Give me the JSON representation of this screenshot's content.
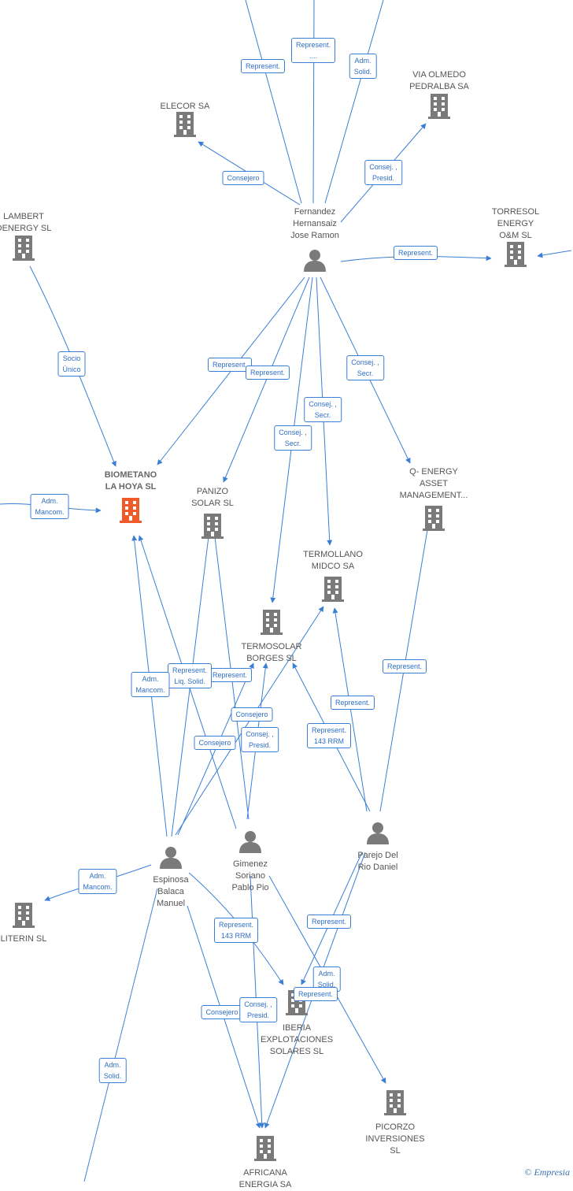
{
  "colors": {
    "edge": "#3a7fd5",
    "company": "#7a7a7a",
    "main_company": "#f05a28",
    "person": "#7a7a7a",
    "label_text": "#555555"
  },
  "nodes": [
    {
      "id": "elecor",
      "type": "company",
      "label": "ELECOR SA"
    },
    {
      "id": "via_olmedo",
      "type": "company",
      "label": "VIA OLMEDO\nPEDRALBA SA"
    },
    {
      "id": "lambert",
      "type": "company",
      "label": "LAMBERT\nDENERGY  SL"
    },
    {
      "id": "torresol",
      "type": "company",
      "label": "TORRESOL\nENERGY\nO&M SL"
    },
    {
      "id": "fernandez",
      "type": "person",
      "label": "Fernandez\nHernansaiz\nJose Ramon"
    },
    {
      "id": "biometano",
      "type": "company",
      "main": true,
      "label": "BIOMETANO\nLA HOYA  SL"
    },
    {
      "id": "panizo",
      "type": "company",
      "label": "PANIZO\nSOLAR  SL"
    },
    {
      "id": "qenergy",
      "type": "company",
      "label": "Q- ENERGY\nASSET\nMANAGEMENT..."
    },
    {
      "id": "termollano",
      "type": "company",
      "label": "TERMOLLANO\nMIDCO SA"
    },
    {
      "id": "termosolar",
      "type": "company",
      "label": "TERMOSOLAR\nBORGES SL"
    },
    {
      "id": "espinosa",
      "type": "person",
      "label": "Espinosa\nBalaca\nManuel"
    },
    {
      "id": "gimenez",
      "type": "person",
      "label": "Gimenez\nSoriano\nPablo Pio"
    },
    {
      "id": "parejo",
      "type": "person",
      "label": "Parejo Del\nRio Daniel"
    },
    {
      "id": "literin",
      "type": "company",
      "label": "LITERIN  SL"
    },
    {
      "id": "iberia",
      "type": "company",
      "label": "IBERIA\nEXPLOTACIONES\nSOLARES  SL"
    },
    {
      "id": "picorzo",
      "type": "company",
      "label": "PICORZO\nINVERSIONES\nSL"
    },
    {
      "id": "africana",
      "type": "company",
      "label": "AFRICANA\nENERGIA SA"
    }
  ],
  "edge_labels": [
    {
      "id": "e1",
      "text": "Represent.\n...."
    },
    {
      "id": "e2",
      "text": "Represent."
    },
    {
      "id": "e3",
      "text": "Adm.\nSolid."
    },
    {
      "id": "e4",
      "text": "Consejero"
    },
    {
      "id": "e5",
      "text": "Consej. ,\nPresid."
    },
    {
      "id": "e6",
      "text": "Represent."
    },
    {
      "id": "e7",
      "text": "Socio\nÚnico"
    },
    {
      "id": "e8",
      "text": "Represent."
    },
    {
      "id": "e9",
      "text": "Represent."
    },
    {
      "id": "e10",
      "text": "Consej. ,\nSecr."
    },
    {
      "id": "e11",
      "text": "Consej. ,\nSecr."
    },
    {
      "id": "e12",
      "text": "Consej. ,\nSecr."
    },
    {
      "id": "e13",
      "text": "Adm.\nMancom."
    },
    {
      "id": "e14",
      "text": "Represent."
    },
    {
      "id": "e15",
      "text": "Represent.\nLiq.  Solid."
    },
    {
      "id": "e16",
      "text": "Adm.\nMancom."
    },
    {
      "id": "e17",
      "text": "Represent."
    },
    {
      "id": "e18",
      "text": "Consejero"
    },
    {
      "id": "e19",
      "text": "Consejero"
    },
    {
      "id": "e20",
      "text": "Consej. ,\nPresid."
    },
    {
      "id": "e21",
      "text": "Represent.\n143 RRM"
    },
    {
      "id": "e22",
      "text": "Represent."
    },
    {
      "id": "e23",
      "text": "Adm.\nMancom."
    },
    {
      "id": "e24",
      "text": "Represent.\n143 RRM"
    },
    {
      "id": "e25",
      "text": "Represent."
    },
    {
      "id": "e26",
      "text": "Adm.\nSolid."
    },
    {
      "id": "e27",
      "text": "Represent."
    },
    {
      "id": "e28",
      "text": "Consejero"
    },
    {
      "id": "e29",
      "text": "Consej. ,\nPresid."
    },
    {
      "id": "e30",
      "text": "Adm.\nSolid."
    }
  ],
  "footer": {
    "copyright": "©",
    "brand": "Empresia"
  }
}
